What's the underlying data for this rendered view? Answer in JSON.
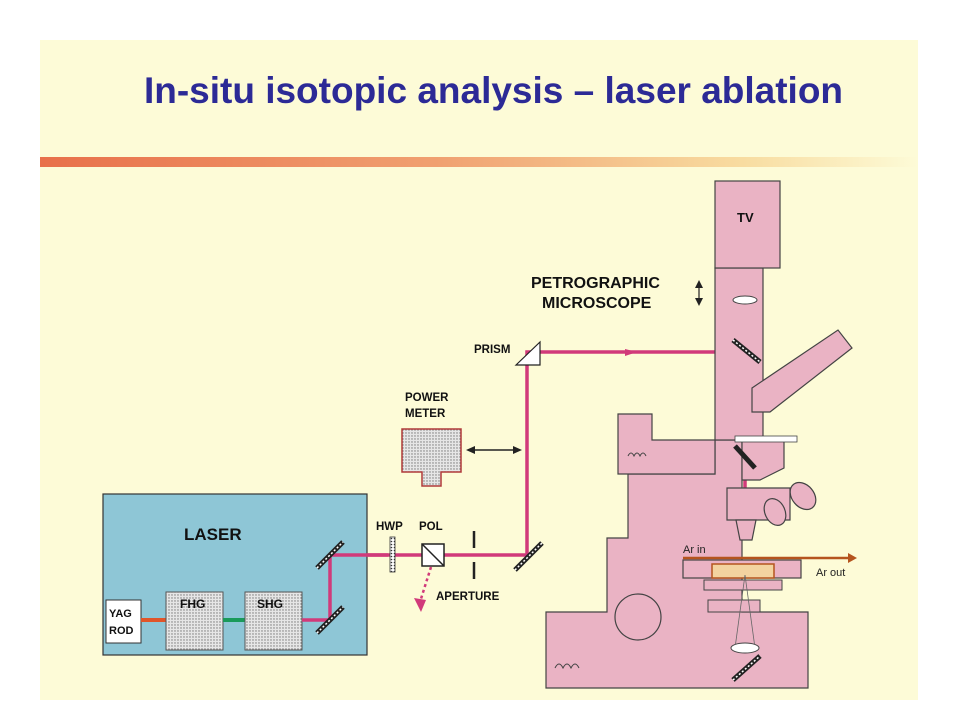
{
  "title": "In-situ isotopic analysis – laser ablation",
  "labels": {
    "laser": "LASER",
    "yag_line1": "YAG",
    "yag_line2": "ROD",
    "fhg": "FHG",
    "shg": "SHG",
    "hwp": "HWP",
    "pol": "POL",
    "aperture": "APERTURE",
    "power_line1": "POWER",
    "power_line2": "METER",
    "prism": "PRISM",
    "micro_line1": "PETROGRAPHIC",
    "micro_line2": "MICROSCOPE",
    "tv": "TV",
    "ar_in": "Ar in",
    "ar_out": "Ar out"
  },
  "colors": {
    "beam": "#d13a7a",
    "laser_box": "#8ec6d6",
    "microscope": "#eab3c4",
    "title": "#2c2a96",
    "ar_flow": "#b5541e",
    "yag_beam": "#e0552a",
    "fhg_shg_link": "#1a9a5a"
  }
}
